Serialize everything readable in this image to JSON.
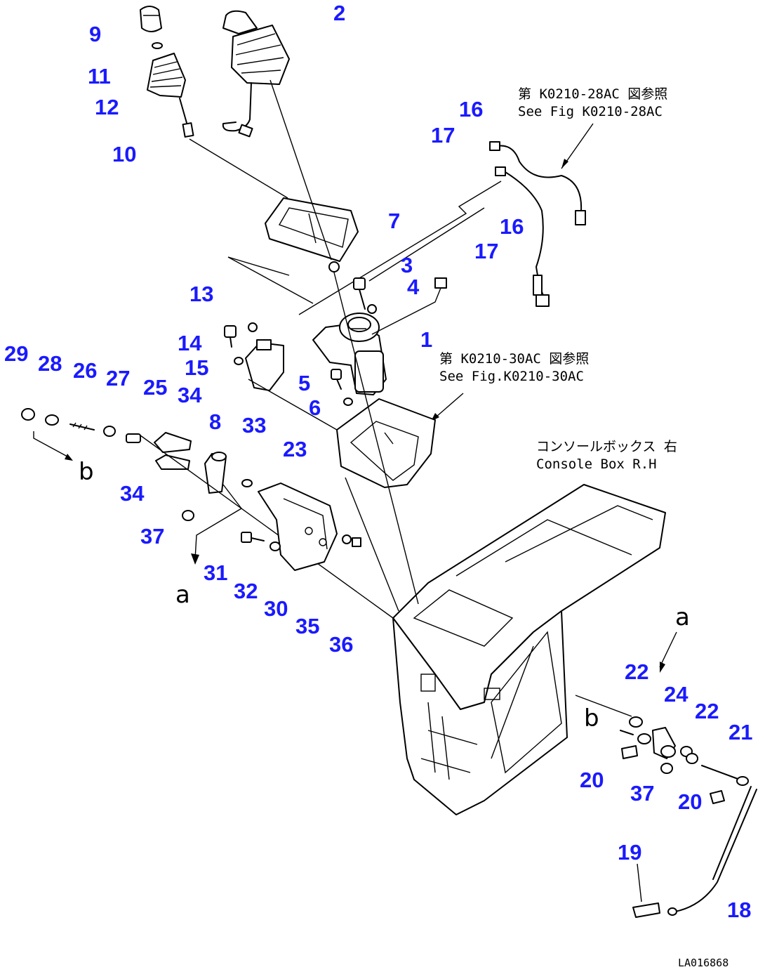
{
  "callouts": [
    {
      "num": "1"
    },
    {
      "num": "2"
    },
    {
      "num": "3"
    },
    {
      "num": "4"
    },
    {
      "num": "5"
    },
    {
      "num": "6"
    },
    {
      "num": "7"
    },
    {
      "num": "8"
    },
    {
      "num": "9"
    },
    {
      "num": "10"
    },
    {
      "num": "11"
    },
    {
      "num": "12"
    },
    {
      "num": "13"
    },
    {
      "num": "14"
    },
    {
      "num": "15"
    },
    {
      "num": "16"
    },
    {
      "num": "16"
    },
    {
      "num": "17"
    },
    {
      "num": "17"
    },
    {
      "num": "18"
    },
    {
      "num": "19"
    },
    {
      "num": "20"
    },
    {
      "num": "20"
    },
    {
      "num": "21"
    },
    {
      "num": "22"
    },
    {
      "num": "22"
    },
    {
      "num": "23"
    },
    {
      "num": "24"
    },
    {
      "num": "25"
    },
    {
      "num": "26"
    },
    {
      "num": "27"
    },
    {
      "num": "28"
    },
    {
      "num": "29"
    },
    {
      "num": "30"
    },
    {
      "num": "31"
    },
    {
      "num": "32"
    },
    {
      "num": "33"
    },
    {
      "num": "34"
    },
    {
      "num": "34"
    },
    {
      "num": "35"
    },
    {
      "num": "36"
    },
    {
      "num": "37"
    },
    {
      "num": "37"
    }
  ],
  "notes": {
    "fig_28ac_jp": "第 K0210-28AC 図参照",
    "fig_28ac_en": "See Fig K0210-28AC",
    "fig_30ac_jp": "第 K0210-30AC 図参照",
    "fig_30ac_en": "See Fig.K0210-30AC",
    "console_jp": "コンソールボックス 右",
    "console_en": "Console Box R.H"
  },
  "refs": {
    "a": "a",
    "b": "b"
  },
  "drawing_code": "LA016868"
}
